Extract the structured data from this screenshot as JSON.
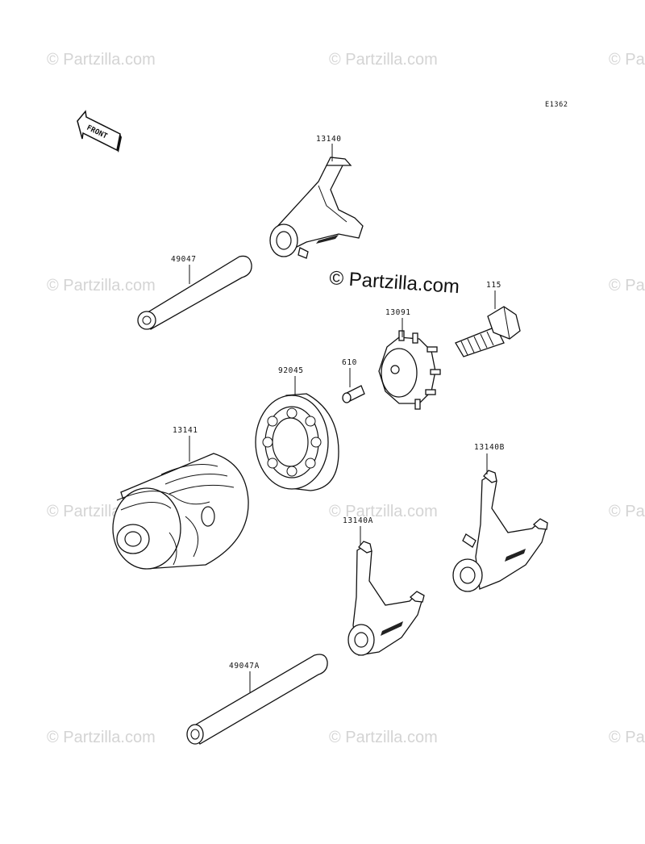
{
  "diagram_ref": "E1362",
  "front_label": "FRONT",
  "watermark": "© Partzilla.com",
  "parts": [
    {
      "id": "p13140",
      "number": "13140"
    },
    {
      "id": "p49047",
      "number": "49047"
    },
    {
      "id": "p115",
      "number": "115"
    },
    {
      "id": "p13091",
      "number": "13091"
    },
    {
      "id": "p92045",
      "number": "92045"
    },
    {
      "id": "p610",
      "number": "610"
    },
    {
      "id": "p13141",
      "number": "13141"
    },
    {
      "id": "p13140B",
      "number": "13140B"
    },
    {
      "id": "p13140A",
      "number": "13140A"
    },
    {
      "id": "p49047A",
      "number": "49047A"
    }
  ]
}
